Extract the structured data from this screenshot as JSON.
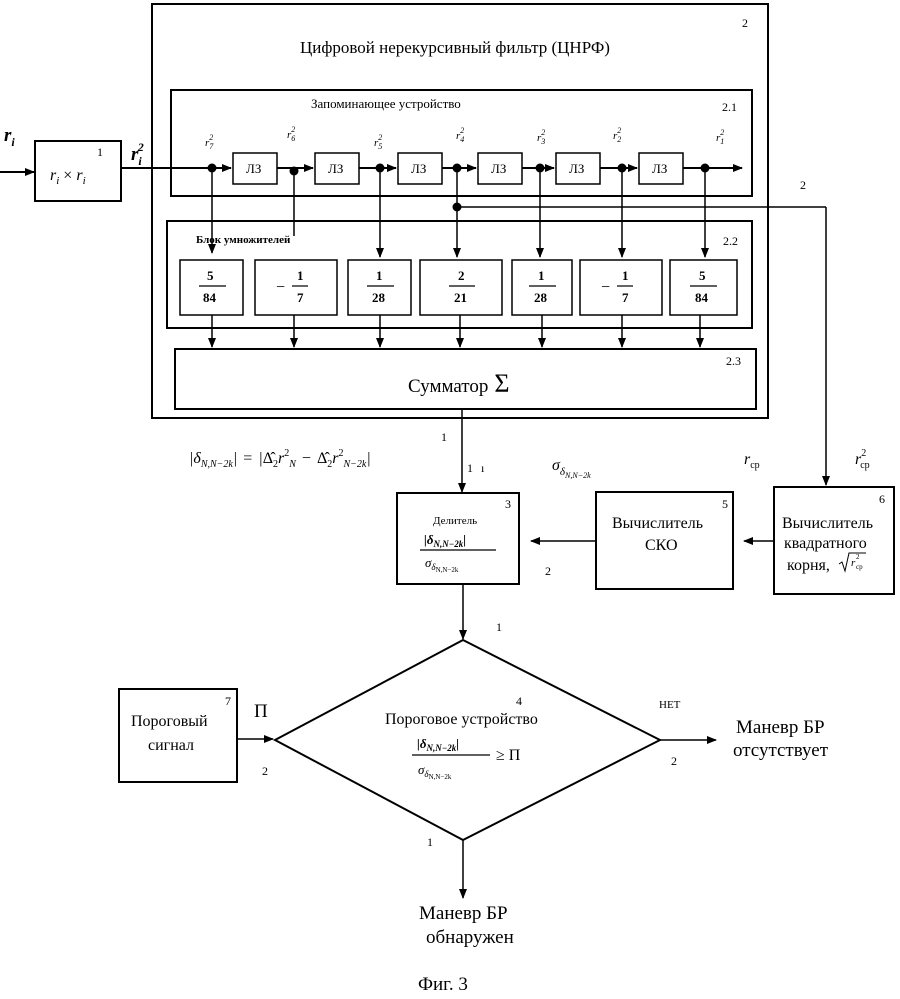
{
  "caption": "Фиг. 3",
  "input": {
    "r": "r",
    "sub": "i"
  },
  "block1": {
    "num": "1",
    "left": "r",
    "sub1": "i",
    "times": "×",
    "right": "r",
    "sub2": "i"
  },
  "ri2_label": {
    "r": "r",
    "sub": "i",
    "sup": "2"
  },
  "filter": {
    "num": "2",
    "title": "Цифровой нерекурсивный фильтр (ЦНРФ)"
  },
  "memory": {
    "num": "2.1",
    "title": "Запоминающее устройство",
    "taps": [
      {
        "sup": "2",
        "sub": "7"
      },
      {
        "sup": "2",
        "sub": "6"
      },
      {
        "sup": "2",
        "sub": "5"
      },
      {
        "sup": "2",
        "sub": "4"
      },
      {
        "sup": "2",
        "sub": "3"
      },
      {
        "sup": "2",
        "sub": "2"
      },
      {
        "sup": "2",
        "sub": "1"
      }
    ],
    "delay_label": "ЛЗ"
  },
  "multipliers": {
    "num": "2.2",
    "title": "Блок умножителей",
    "coeffs": [
      {
        "sign": "",
        "num": "5",
        "den": "84"
      },
      {
        "sign": "−",
        "num": "1",
        "den": "7"
      },
      {
        "sign": "",
        "num": "1",
        "den": "28"
      },
      {
        "sign": "",
        "num": "2",
        "den": "21"
      },
      {
        "sign": "",
        "num": "1",
        "den": "28"
      },
      {
        "sign": "−",
        "num": "1",
        "den": "7"
      },
      {
        "sign": "",
        "num": "5",
        "den": "84"
      }
    ]
  },
  "adder": {
    "num": "2.3",
    "label": "Сумматор",
    "symbol": "Σ"
  },
  "formula_delta": "|δ_{N,N−2k}| = |Δ̂₂r²_N − Δ̂₂r²_{N−2k}|",
  "labels": {
    "one_a": "1",
    "one_b": "1",
    "tick": "ı",
    "two_top": "2",
    "sigma": "σ",
    "sigma_sub": "δ",
    "sigma_subsub": "N,N−2k",
    "rcp": "r",
    "rcp_sub": "ср",
    "rcp2": "r",
    "rcp2_sup": "2",
    "rcp2_sub": "ср"
  },
  "divider": {
    "num": "3",
    "title": "Делитель",
    "two": "2",
    "one": "1"
  },
  "sko": {
    "num": "5",
    "line1": "Вычислитель",
    "line2": "СКО"
  },
  "sqrt": {
    "num": "6",
    "line1": "Вычислитель",
    "line2": "квадратного",
    "line3": "корня,"
  },
  "threshold_signal": {
    "num": "7",
    "line1": "Пороговый",
    "line2": "сигнал",
    "pi": "П",
    "two": "2"
  },
  "threshold_device": {
    "num": "4",
    "title": "Пороговое устройство",
    "ge": "≥ П"
  },
  "no_branch": {
    "label": "НЕТ",
    "two": "2",
    "line1": "Маневр БР",
    "line2": "отсутствует"
  },
  "yes_branch": {
    "one": "1",
    "line1": "Маневр БР",
    "line2": "обнаружен"
  }
}
